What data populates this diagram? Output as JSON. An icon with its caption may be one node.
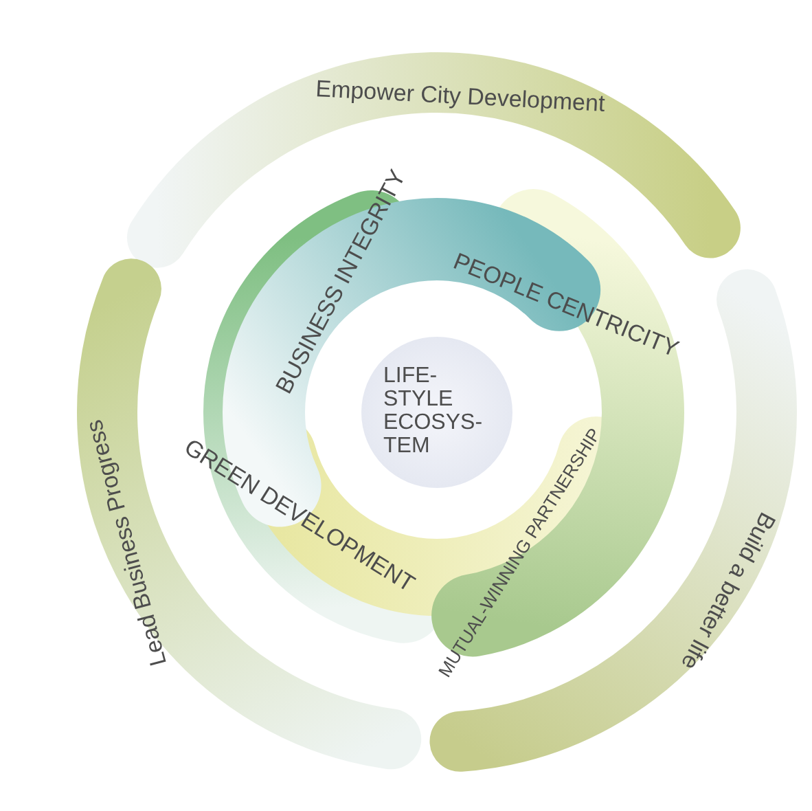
{
  "diagram": {
    "nodes": [
      {
        "text": [
          "Empower City Development"
        ]
      },
      {
        "text": [
          "Lead Business Progress"
        ]
      },
      {
        "text": [
          "Build a better life"
        ]
      },
      {
        "text": [
          "BUSINESS INTEGRITY"
        ]
      },
      {
        "text": [
          "PEOPLE CENTRICITY"
        ]
      },
      {
        "text": [
          "GREEN DEVELOPMENT"
        ]
      },
      {
        "text": [
          "MUTUAL-WINNING PARTNERSHIP"
        ]
      },
      {
        "text": [
          "LIFE-STYLE ECOSYS-TEM"
        ]
      }
    ]
  }
}
